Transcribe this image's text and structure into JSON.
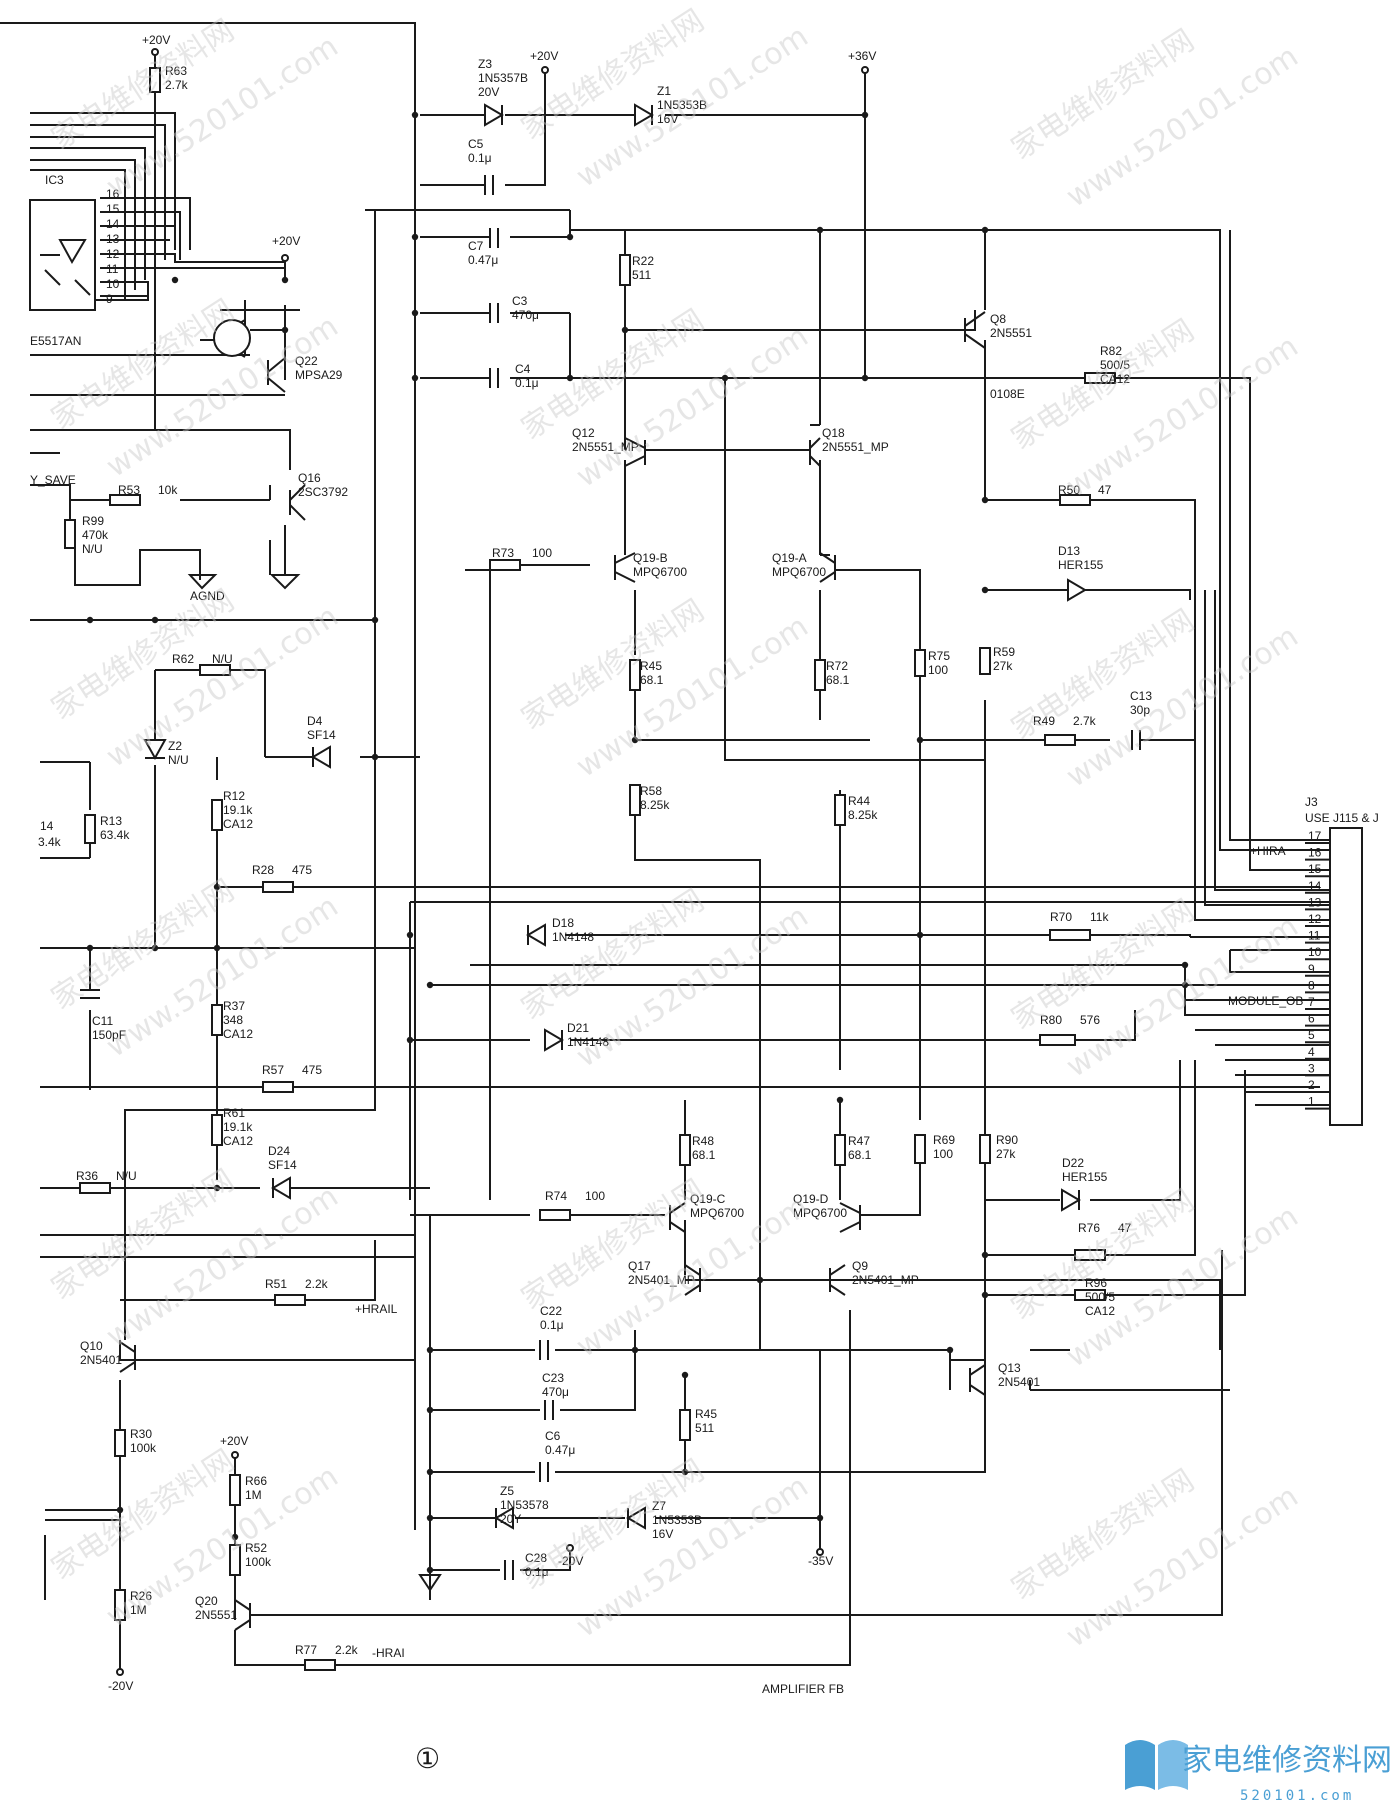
{
  "title": "AMPLIFIER FB",
  "page_marker": "①",
  "ic": {
    "name": "IC3",
    "part": "E5517AN",
    "pins": [
      "16",
      "15",
      "14",
      "13",
      "12",
      "11",
      "10",
      "9"
    ]
  },
  "connector": {
    "name": "J3",
    "part": "USE J115 & J",
    "pins": [
      "17",
      "16",
      "15",
      "14",
      "13",
      "12",
      "11",
      "10",
      "9",
      "8",
      "7",
      "6",
      "5",
      "4",
      "3",
      "2",
      "1"
    ]
  },
  "net_labels": {
    "hira_p": "+HIRA",
    "hrail": "+HRAIL",
    "hra_n": "-HRAI",
    "module": "MODULE_OB",
    "save": "Y_SAVE",
    "agnd": "AGND",
    "left_frag1": "14",
    "left_frag2": "3.4k"
  },
  "rails": {
    "p20a": "+20V",
    "p20b": "+20V",
    "p20c": "+20V",
    "p20d": "+20V",
    "p36": "+36V",
    "n35": "-35V",
    "n20a": "-20V",
    "n20b": "-20V"
  },
  "components": {
    "R63": {
      "ref": "R63",
      "val": "2.7k"
    },
    "Z3": {
      "ref": "Z3",
      "part": "1N5357B",
      "val": "20V"
    },
    "Z1": {
      "ref": "Z1",
      "part": "1N5353B",
      "val": "16V"
    },
    "C5": {
      "ref": "C5",
      "val": "0.1μ"
    },
    "C7": {
      "ref": "C7",
      "val": "0.47μ"
    },
    "C3": {
      "ref": "C3",
      "val": "470μ"
    },
    "C4": {
      "ref": "C4",
      "val": "0.1μ"
    },
    "R22": {
      "ref": "R22",
      "val": "511"
    },
    "Q8": {
      "ref": "Q8",
      "part": "2N5551"
    },
    "R82": {
      "ref": "R82",
      "val": "500/5",
      "tag": "CA12"
    },
    "O108E": {
      "ref": "0108E"
    },
    "Q22": {
      "ref": "Q22",
      "part": "MPSA29"
    },
    "Q16": {
      "ref": "Q16",
      "part": "2SC3792"
    },
    "R53": {
      "ref": "R53",
      "val": "10k"
    },
    "R99": {
      "ref": "R99",
      "val": "470k",
      "tag": "N/U"
    },
    "Q12": {
      "ref": "Q12",
      "part": "2N5551_MP"
    },
    "Q18": {
      "ref": "Q18",
      "part": "2N5551_MP"
    },
    "R50": {
      "ref": "R50",
      "val": "47"
    },
    "D13": {
      "ref": "D13",
      "part": "HER155"
    },
    "R73": {
      "ref": "R73",
      "val": "100"
    },
    "Q19B": {
      "ref": "Q19-B",
      "part": "MPQ6700"
    },
    "Q19A": {
      "ref": "Q19-A",
      "part": "MPQ6700"
    },
    "R62": {
      "ref": "R62",
      "val": "N/U"
    },
    "Z2": {
      "ref": "Z2",
      "val": "N/U"
    },
    "D4": {
      "ref": "D4",
      "part": "SF14"
    },
    "R45a": {
      "ref": "R45",
      "val": "68.1"
    },
    "R72": {
      "ref": "R72",
      "val": "68.1"
    },
    "R75": {
      "ref": "R75",
      "val": "100"
    },
    "R59": {
      "ref": "R59",
      "val": "27k"
    },
    "R49": {
      "ref": "R49",
      "val": "2.7k"
    },
    "C13": {
      "ref": "C13",
      "val": "30p"
    },
    "R12": {
      "ref": "R12",
      "val": "19.1k",
      "tag": "CA12"
    },
    "R13": {
      "ref": "R13",
      "val": "63.4k"
    },
    "R58": {
      "ref": "R58",
      "val": "8.25k"
    },
    "R44": {
      "ref": "R44",
      "val": "8.25k"
    },
    "R28": {
      "ref": "R28",
      "val": "475"
    },
    "D18": {
      "ref": "D18",
      "part": "1N4148"
    },
    "R70": {
      "ref": "R70",
      "val": "11k"
    },
    "C11": {
      "ref": "C11",
      "val": "150pF"
    },
    "R37": {
      "ref": "R37",
      "val": "348",
      "tag": "CA12"
    },
    "D21": {
      "ref": "D21",
      "part": "1N4148"
    },
    "R80": {
      "ref": "R80",
      "val": "576"
    },
    "R57": {
      "ref": "R57",
      "val": "475"
    },
    "R61": {
      "ref": "R61",
      "val": "19.1k",
      "tag": "CA12"
    },
    "D24": {
      "ref": "D24",
      "part": "SF14"
    },
    "R36": {
      "ref": "R36",
      "val": "N/U"
    },
    "R48": {
      "ref": "R48",
      "val": "68.1"
    },
    "R47": {
      "ref": "R47",
      "val": "68.1"
    },
    "R69": {
      "ref": "R69",
      "val": "100"
    },
    "R90": {
      "ref": "R90",
      "val": "27k"
    },
    "D22": {
      "ref": "D22",
      "part": "HER155"
    },
    "R74": {
      "ref": "R74",
      "val": "100"
    },
    "Q19C": {
      "ref": "Q19-C",
      "part": "MPQ6700"
    },
    "Q19D": {
      "ref": "Q19-D",
      "part": "MPQ6700"
    },
    "R76": {
      "ref": "R76",
      "val": "47"
    },
    "Q17": {
      "ref": "Q17",
      "part": "2N5401_MP"
    },
    "Q9": {
      "ref": "Q9",
      "part": "2N5401_MP"
    },
    "R96": {
      "ref": "R96",
      "val": "500/5",
      "tag": "CA12"
    },
    "R51": {
      "ref": "R51",
      "val": "2.2k"
    },
    "C22": {
      "ref": "C22",
      "val": "0.1μ"
    },
    "Q10": {
      "ref": "Q10",
      "part": "2N5401"
    },
    "Q13": {
      "ref": "Q13",
      "part": "2N5401"
    },
    "C23": {
      "ref": "C23",
      "val": "470μ"
    },
    "R30": {
      "ref": "R30",
      "val": "100k"
    },
    "R45b": {
      "ref": "R45",
      "val": "511"
    },
    "C6": {
      "ref": "C6",
      "val": "0.47μ"
    },
    "R66": {
      "ref": "R66",
      "val": "1M"
    },
    "Z5": {
      "ref": "Z5",
      "part": "1N53578",
      "val": "20Y"
    },
    "Z7": {
      "ref": "Z7",
      "part": "1N5353B",
      "val": "16V"
    },
    "R52": {
      "ref": "R52",
      "val": "100k"
    },
    "C28": {
      "ref": "C28",
      "val": "0.1μ"
    },
    "R26": {
      "ref": "R26",
      "val": "1M"
    },
    "Q20": {
      "ref": "Q20",
      "part": "2N5551"
    },
    "R77": {
      "ref": "R77",
      "val": "2.2k"
    }
  },
  "watermark": {
    "cn": "家电维修资料网",
    "url": "www.520101.com"
  },
  "brand": {
    "name": "家电维修资料网",
    "url": "520101.com"
  }
}
